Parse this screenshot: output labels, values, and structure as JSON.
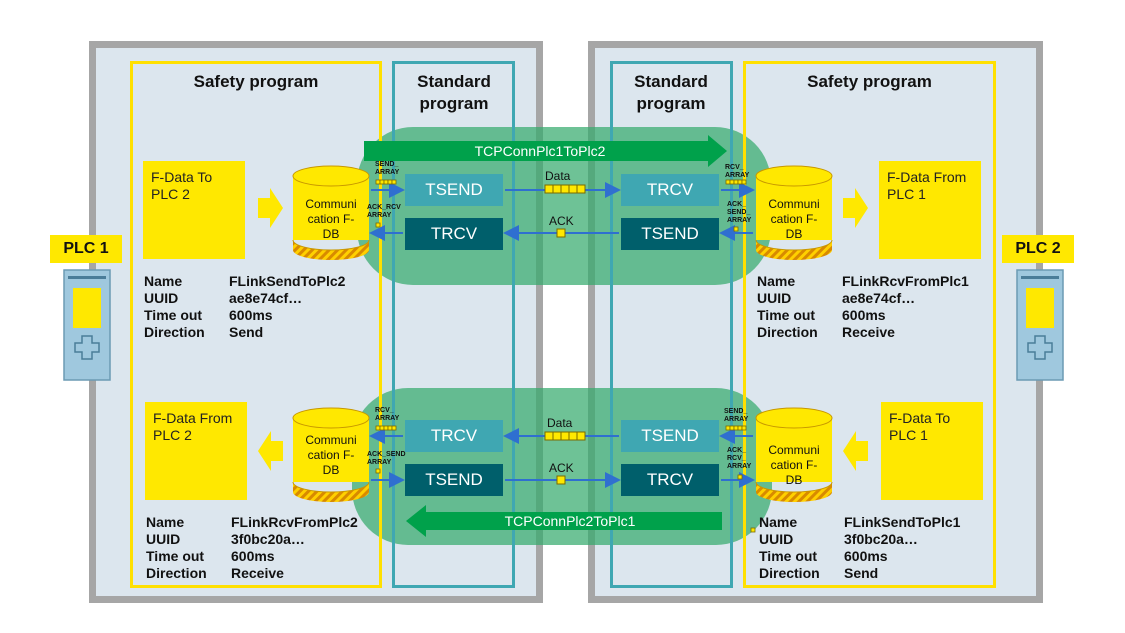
{
  "plc1": {
    "label": "PLC 1"
  },
  "plc2": {
    "label": "PLC 2"
  },
  "headers": {
    "safety_left": "Safety program",
    "standard_left": "Standard program",
    "standard_right": "Standard program",
    "safety_right": "Safety program"
  },
  "connections": {
    "top": "TCPConnPlc1ToPlc2",
    "bottom": "TCPConnPlc2ToPlc1"
  },
  "fdata": {
    "top_left": "F-Data To PLC 2",
    "bottom_left": "F-Data From PLC 2",
    "top_right": "F-Data From PLC 1",
    "bottom_right": "F-Data To PLC 1"
  },
  "db_label": "Communi cation F-DB",
  "blocks": {
    "top_left_1": "TSEND",
    "top_left_2": "TRCV",
    "top_right_1": "TRCV",
    "top_right_2": "TSEND",
    "bottom_left_1": "TRCV",
    "bottom_left_2": "TSEND",
    "bottom_right_1": "TSEND",
    "bottom_right_2": "TRCV"
  },
  "flow": {
    "data": "Data",
    "ack": "ACK"
  },
  "tags": {
    "send_array": "SEND_ ARRAY",
    "ack_rcv_array": "ACK_RCV ARRAY",
    "rcv_array": "RCV_ ARRAY",
    "ack_send_array_r": "ACK_ SEND_ ARRAY",
    "ack_send_array": "ACK_SEND ARRAY",
    "ack_rcv_array_r": "ACK_ RCV_ ARRAY"
  },
  "info_keys": {
    "name": "Name",
    "uuid": "UUID",
    "timeout": "Time out",
    "direction": "Direction"
  },
  "info": {
    "top_left": {
      "name": "FLinkSendToPlc2",
      "uuid": "ae8e74cf…",
      "timeout": "600ms",
      "direction": "Send"
    },
    "top_right": {
      "name": "FLinkRcvFromPlc1",
      "uuid": "ae8e74cf…",
      "timeout": "600ms",
      "direction": "Receive"
    },
    "bottom_left": {
      "name": "FLinkRcvFromPlc2",
      "uuid": "3f0bc20a…",
      "timeout": "600ms",
      "direction": "Receive"
    },
    "bottom_right": {
      "name": "FLinkSendToPlc1",
      "uuid": "3f0bc20a…",
      "timeout": "600ms",
      "direction": "Send"
    }
  },
  "colors": {
    "yellow": "#ffe800",
    "teal_light": "#3fa7b2",
    "teal_dark": "#005f6b",
    "green_arrow": "#00a14b",
    "panel": "#dce6ee",
    "frame": "#a6a6a6"
  }
}
